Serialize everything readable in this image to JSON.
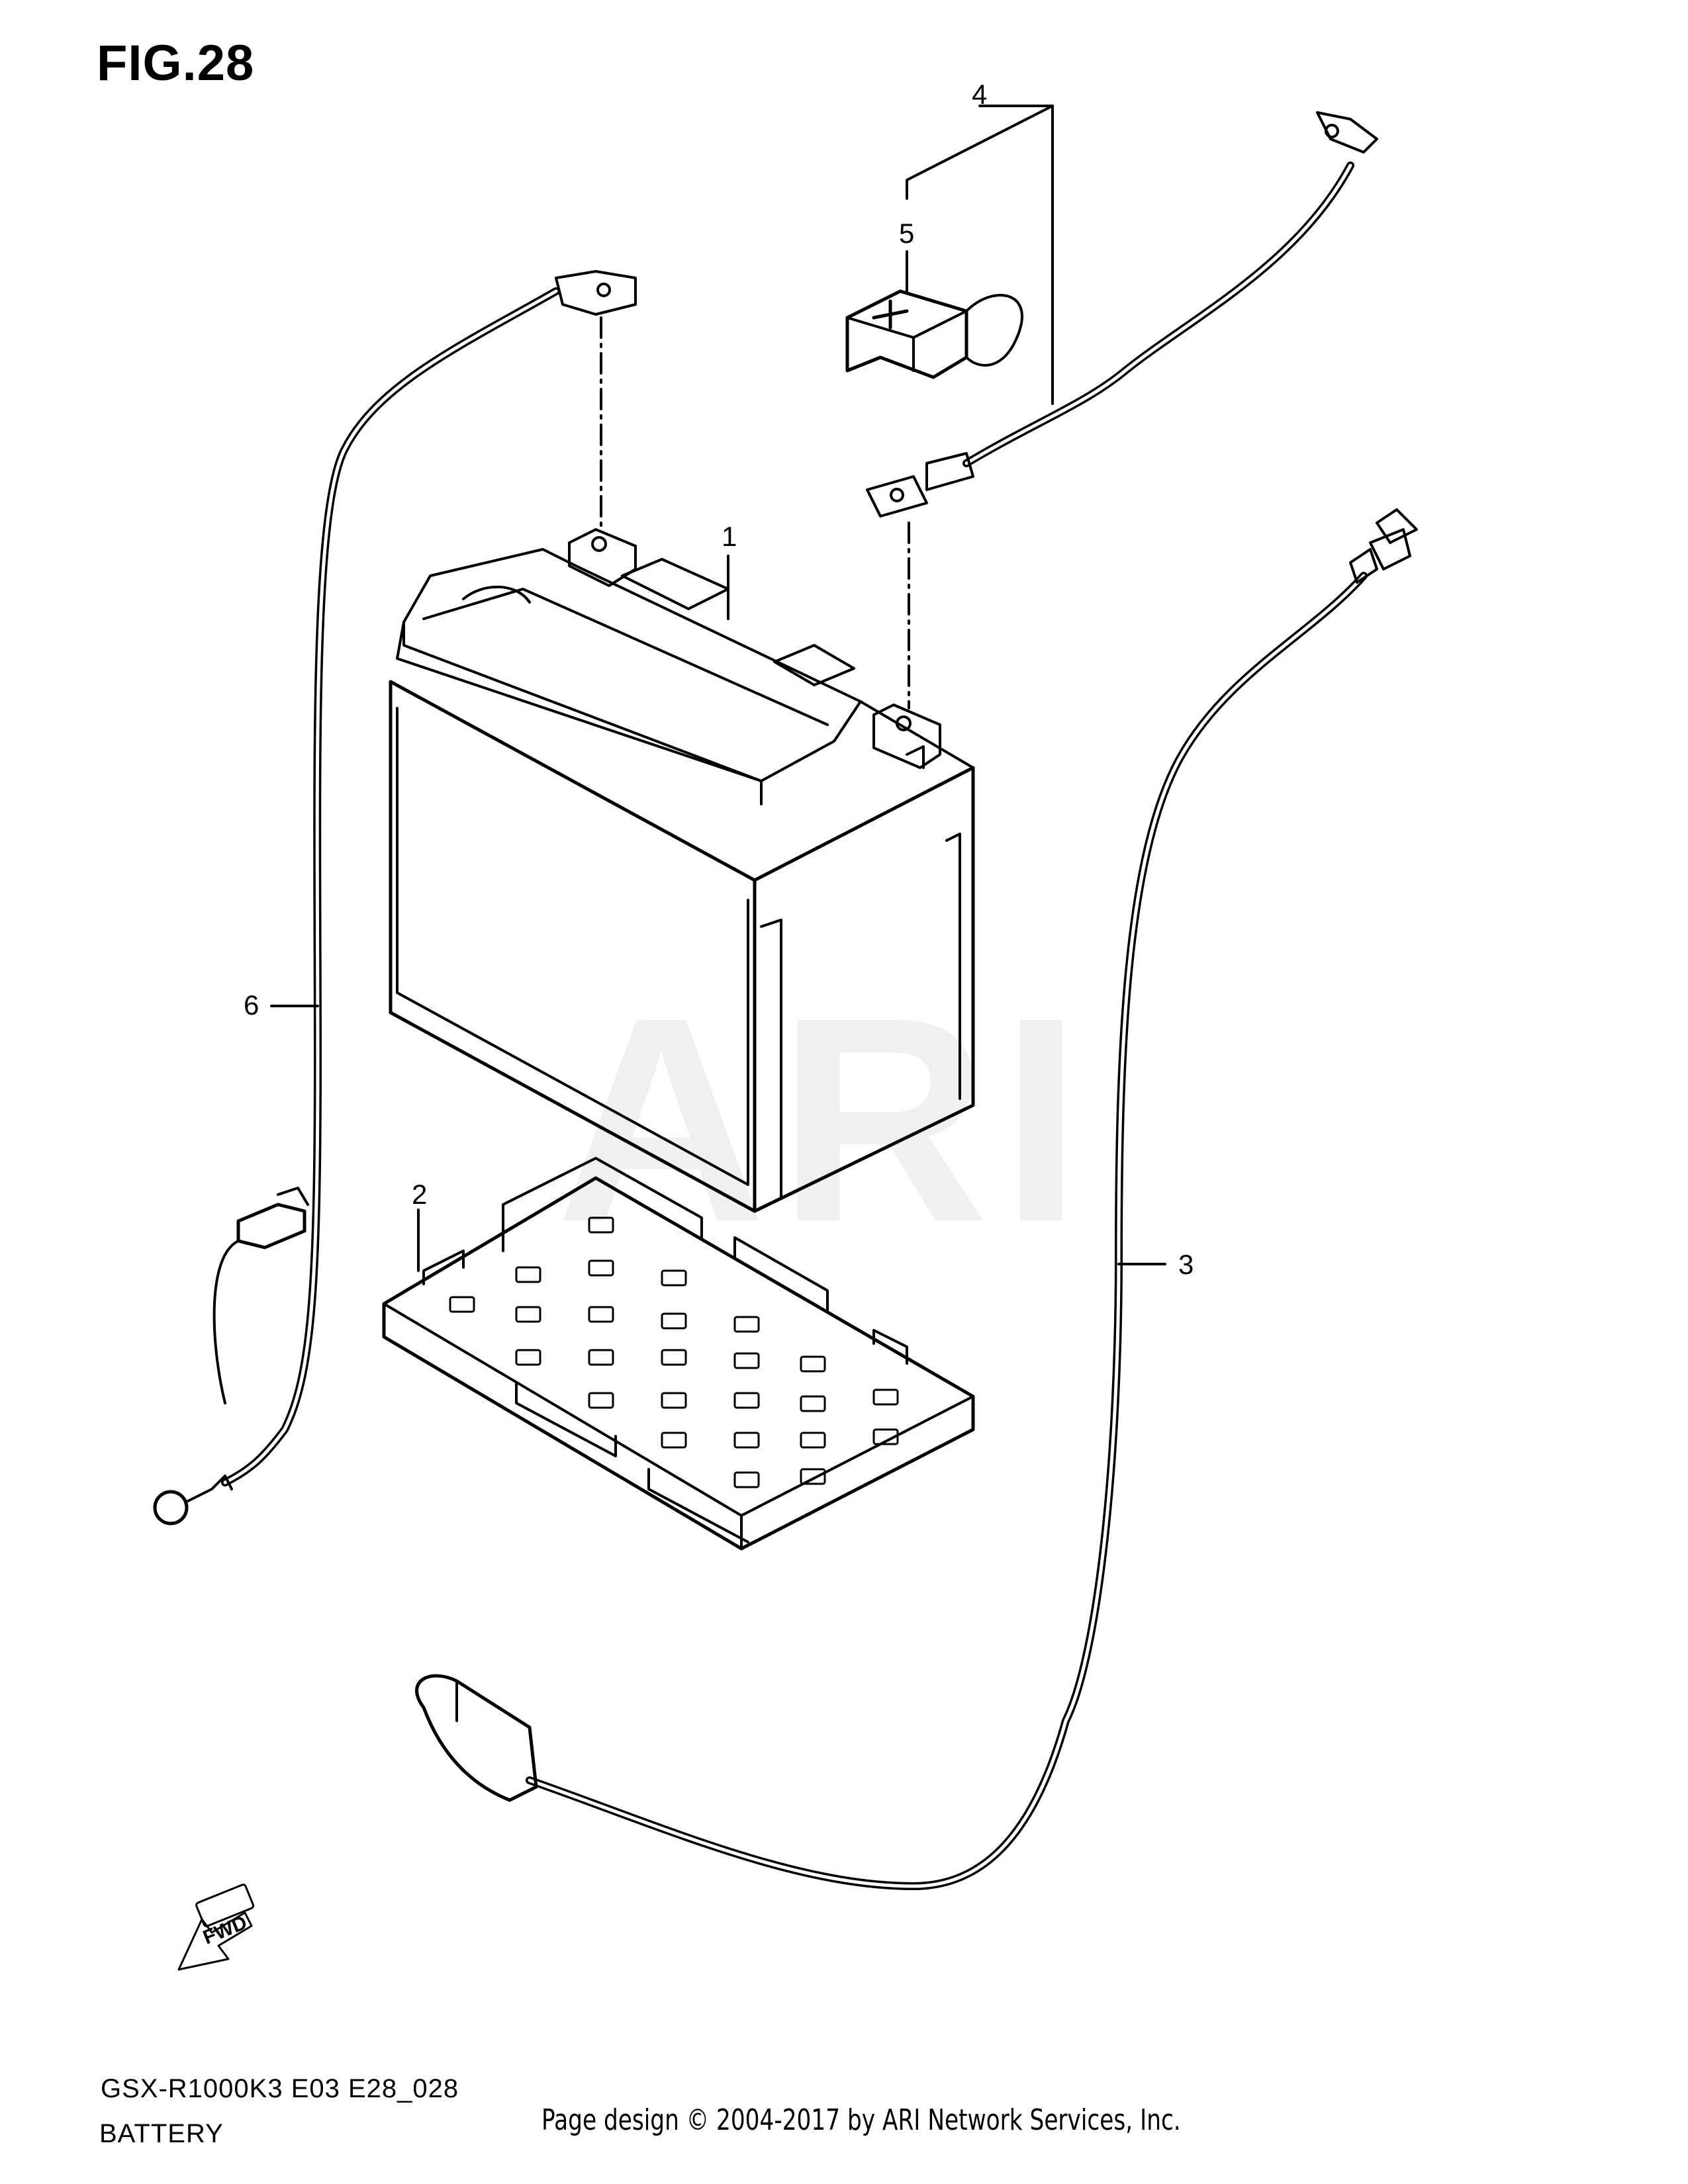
{
  "figure": {
    "title": "FIG.28",
    "watermark": "ARI"
  },
  "callouts": [
    {
      "id": "1",
      "label": "1"
    },
    {
      "id": "2",
      "label": "2"
    },
    {
      "id": "3",
      "label": "3"
    },
    {
      "id": "4",
      "label": "4"
    },
    {
      "id": "5",
      "label": "5"
    },
    {
      "id": "6",
      "label": "6"
    }
  ],
  "fwd_label": "FWD",
  "footer": {
    "model": "GSX-R1000K3 E03 E28_028",
    "name": "BATTERY",
    "copyright": "Page design © 2004-2017 by ARI Network Services, Inc."
  },
  "colors": {
    "line": "#000000",
    "background": "#ffffff",
    "watermark": "#f0f0f0"
  }
}
